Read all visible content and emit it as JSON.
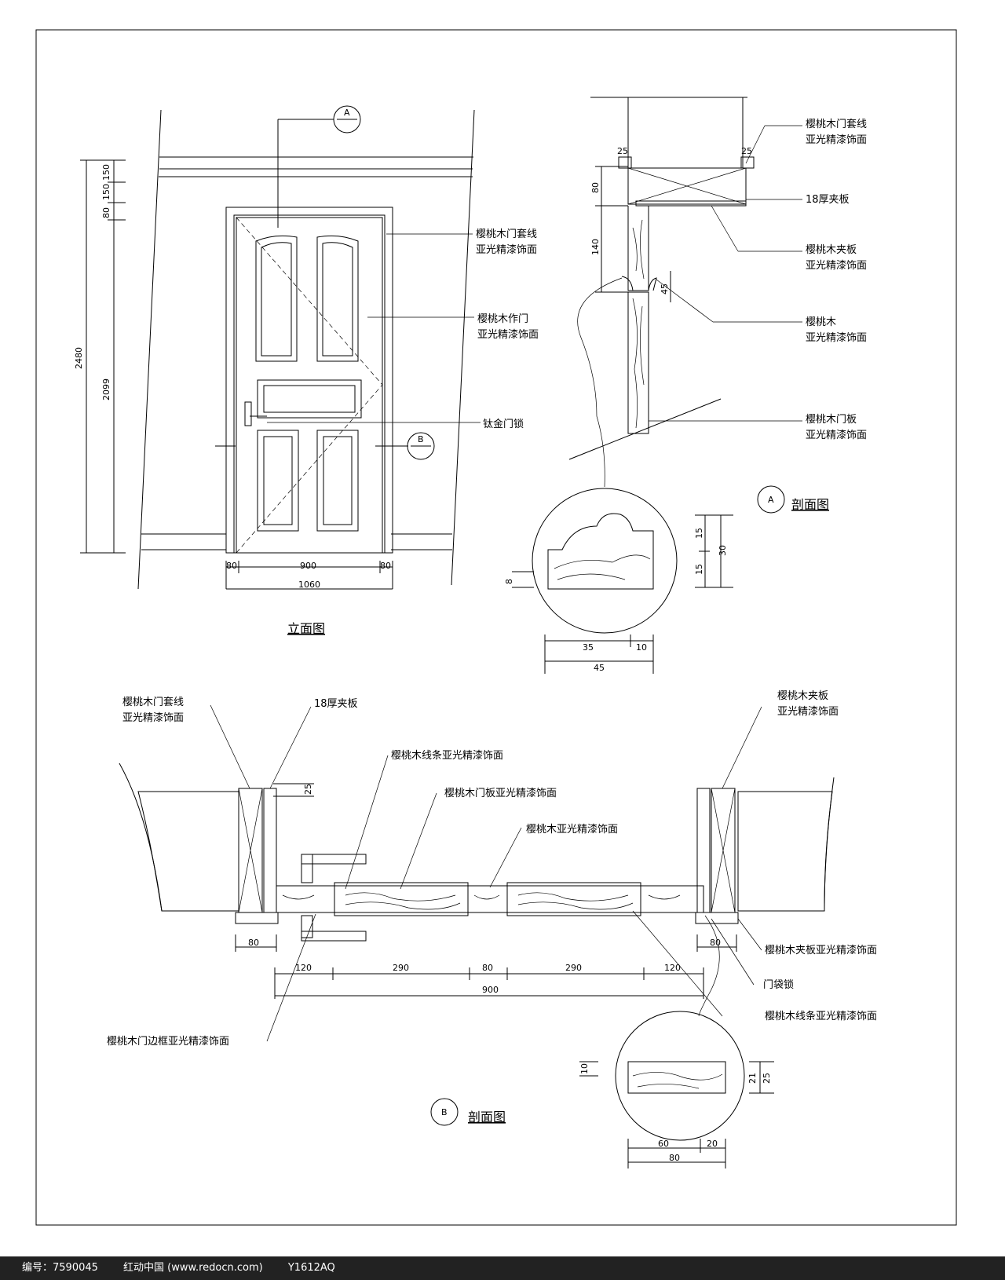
{
  "labels": {
    "frame_line": [
      "樱桃木门套线",
      "亚光精漆饰面"
    ],
    "door_leaf": [
      "樱桃木作门",
      "亚光精漆饰面"
    ],
    "lock": "钛金门锁",
    "ply18": "18厚夹板",
    "veneer": [
      "樱桃木夹板",
      "亚光精漆饰面"
    ],
    "cherry": [
      "樱桃木",
      "亚光精漆饰面"
    ],
    "door_panel": [
      "樱桃木门板",
      "亚光精漆饰面"
    ],
    "b_frame": [
      "樱桃木门套线",
      "亚光精漆饰面"
    ],
    "b_ply": "18厚夹板",
    "b_veneer": [
      "樱桃木夹板",
      "亚光精漆饰面"
    ],
    "b_strip1": "樱桃木线条亚光精漆饰面",
    "b_panel": "樱桃木门板亚光精漆饰面",
    "b_matte": "樱桃木亚光精漆饰面",
    "b_veneer2": "樱桃木夹板亚光精漆饰面",
    "b_stop": "门袋锁",
    "b_strip2": "樱桃木线条亚光精漆饰面",
    "b_stile": "樱桃木门边框亚光精漆饰面"
  },
  "titles": {
    "elevation": "立面图",
    "section_a": "剖面图",
    "section_b": "剖面图",
    "tag_a": "A",
    "tag_b": "B"
  },
  "dims": {
    "elev_total_h": "2480",
    "elev_door_h": "2099",
    "elev_top1": "150",
    "elev_top2": "150",
    "elev_top3": "80",
    "elev_w_left": "80",
    "elev_w_door": "900",
    "elev_w_right": "80",
    "elev_w_total": "1060",
    "sa_25a": "25",
    "sa_25b": "25",
    "sa_80": "80",
    "sa_140": "140",
    "sa_45": "45",
    "da_15a": "15",
    "da_15b": "15",
    "da_30": "30",
    "da_8": "8",
    "da_35": "35",
    "da_10": "10",
    "da_45": "45",
    "sb_25": "25",
    "sb_80l": "80",
    "sb_80r": "80",
    "sb_120a": "120",
    "sb_290a": "290",
    "sb_80m": "80",
    "sb_290b": "290",
    "sb_120b": "120",
    "sb_900": "900",
    "db_10": "10",
    "db_21": "21",
    "db_25": "25",
    "db_60": "60",
    "db_20": "20",
    "db_80": "80"
  },
  "footer": {
    "id": "编号：7590045",
    "site": "红动中国 (www.redocn.com)",
    "code": "Y1612AQ"
  }
}
